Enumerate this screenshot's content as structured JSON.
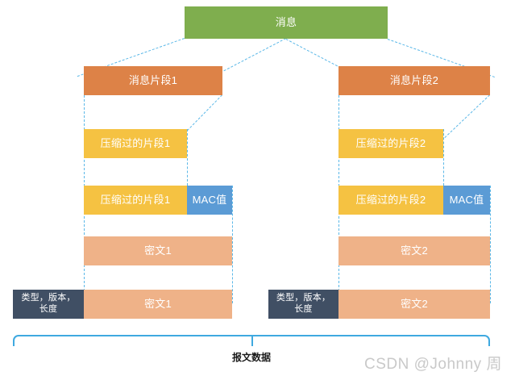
{
  "diagram": {
    "title_box": {
      "label": "消息"
    },
    "left_group": {
      "fragment": "消息片段1",
      "compressed": "压缩过的片段1",
      "compressed_with_mac": "压缩过的片段1",
      "mac": "MAC值",
      "ciphertext": "密文1",
      "record_ciphertext": "密文1",
      "header": "类型，版本，\n长度"
    },
    "right_group": {
      "fragment": "消息片段2",
      "compressed": "压缩过的片段2",
      "compressed_with_mac": "压缩过的片段2",
      "mac": "MAC值",
      "ciphertext": "密文2",
      "record_ciphertext": "密文2",
      "header": "类型，版本，\n长度"
    },
    "bottom_caption": "报文数据",
    "watermark": "CSDN @Johnny 周",
    "colors": {
      "green": "#7FAE4E",
      "orange": "#DD8247",
      "yellow": "#F5C242",
      "blue": "#5B9BD5",
      "salmon": "#EFB288",
      "dark": "#404F64",
      "dash": "#5BB8E8",
      "brace": "#3FA9E0"
    }
  }
}
